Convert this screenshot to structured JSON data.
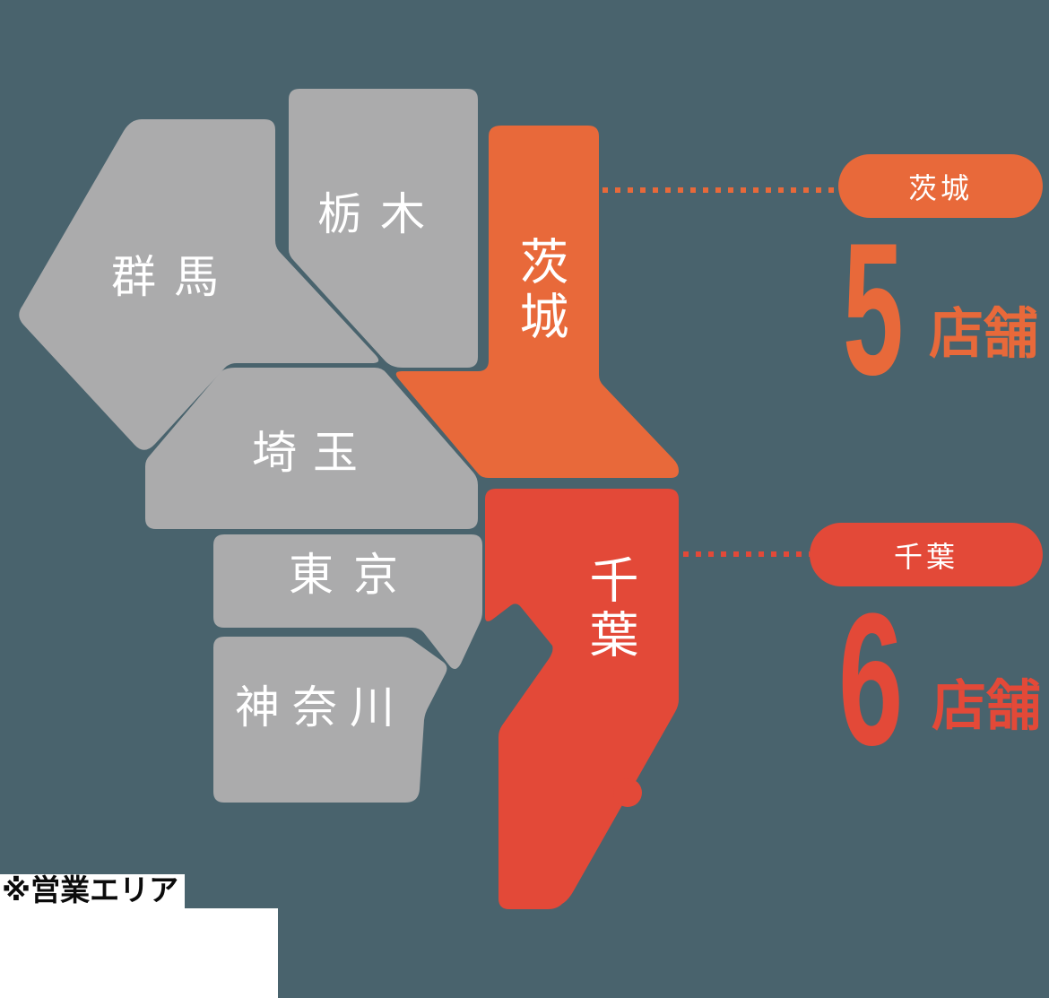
{
  "colors": {
    "background": "#49636D",
    "inactive-shape": "#ABABAC",
    "ibaraki": "#E8693A",
    "chiba": "#E34938",
    "shape-label": "#FFFFFF",
    "note-text": "#0B0B0B",
    "note-panel": "#FFFFFF"
  },
  "map": {
    "prefectures": [
      {
        "id": "gunma",
        "label": "群馬",
        "status": "inactive"
      },
      {
        "id": "tochigi",
        "label": "栃木",
        "status": "inactive"
      },
      {
        "id": "saitama",
        "label": "埼玉",
        "status": "inactive"
      },
      {
        "id": "tokyo",
        "label": "東京",
        "status": "inactive"
      },
      {
        "id": "kanagawa",
        "label": "神奈川",
        "status": "inactive"
      },
      {
        "id": "ibaraki",
        "label": "茨城",
        "status": "active-orange"
      },
      {
        "id": "chiba",
        "label": "千葉",
        "status": "active-red"
      }
    ]
  },
  "callouts": [
    {
      "id": "ibaraki",
      "title": "茨城",
      "count": "5",
      "unit": "店舗",
      "color": "#E8693A"
    },
    {
      "id": "chiba",
      "title": "千葉",
      "count": "6",
      "unit": "店舗",
      "color": "#E34938"
    }
  ],
  "note": {
    "text": "※営業エリア"
  }
}
